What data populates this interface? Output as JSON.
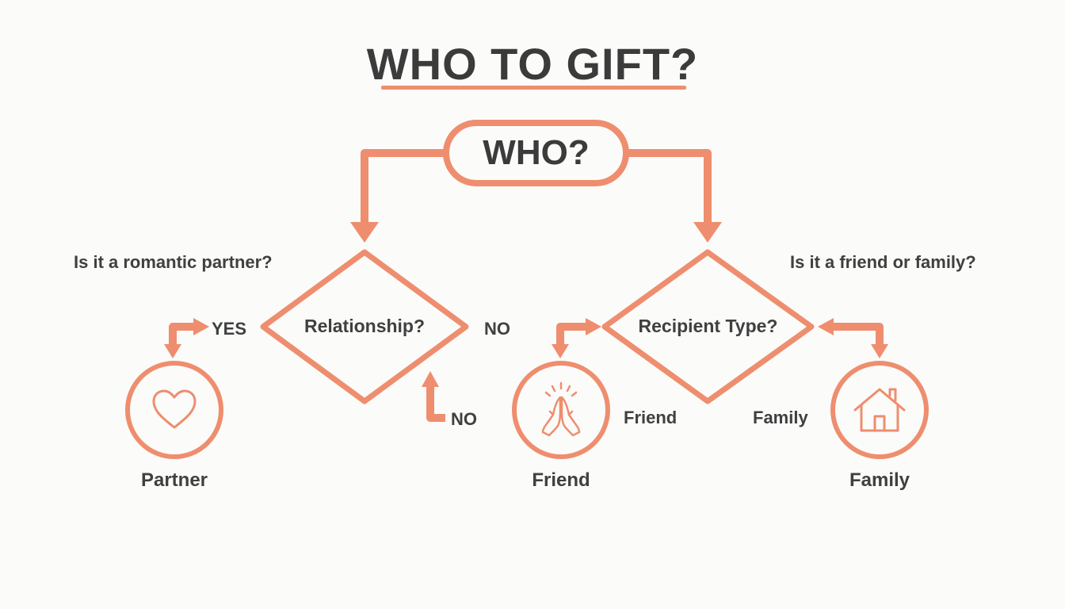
{
  "title": "WHO TO GIFT?",
  "root": {
    "label": "WHO?"
  },
  "left_branch": {
    "question": "Is it a romantic partner?",
    "decision": "Relationship?",
    "yes_label": "YES",
    "no_label": "NO",
    "no_label_lower": "NO",
    "outcome": {
      "label": "Partner",
      "icon": "heart-icon"
    }
  },
  "right_branch": {
    "question": "Is it a friend or family?",
    "decision": "Recipient Type?",
    "friend_side_label": "Friend",
    "family_side_label": "Family",
    "outcomes": [
      {
        "label": "Friend",
        "icon": "praying-hands-icon"
      },
      {
        "label": "Family",
        "icon": "house-icon"
      }
    ]
  },
  "colors": {
    "accent": "#ee8e6e",
    "text": "#3f3f3f",
    "background": "#fbfbfa"
  }
}
